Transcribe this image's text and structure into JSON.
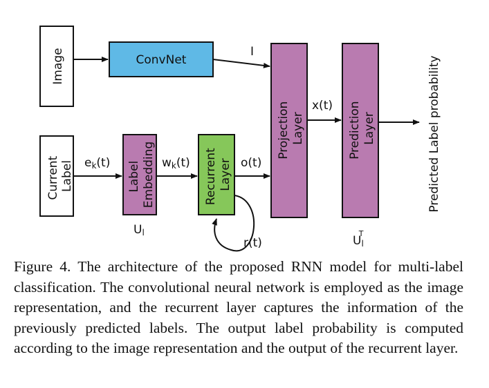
{
  "diagram": {
    "nodes": {
      "image": "Image",
      "convnet": "ConvNet",
      "current_label": [
        "Current",
        "Label"
      ],
      "label_embedding": [
        "Label",
        "Embedding"
      ],
      "recurrent_layer": [
        "Recurrent",
        "Layer"
      ],
      "projection_layer": [
        "Projection",
        "Layer"
      ],
      "prediction_layer": [
        "Prediction",
        "Layer"
      ],
      "output": "Predicted Label probability"
    },
    "edge_labels": {
      "image_feature": "I",
      "ek": "e",
      "ek_sub": "k",
      "ek_suffix": "(t)",
      "wk": "w",
      "wk_sub": "k",
      "wk_suffix": "(t)",
      "ot": "o(t)",
      "xt": "x(t)",
      "rt": "r(t)"
    },
    "weights": {
      "ul": "U",
      "ul_sub": "l",
      "ult": "U",
      "ult_sub": "l",
      "ult_sup": "T"
    },
    "colors": {
      "convnet": "#5fb9e6",
      "embedding": "#b97bb0",
      "recurrent": "#86c75a",
      "projection": "#b97bb0",
      "prediction": "#b97bb0",
      "box_white": "#ffffff",
      "stroke": "#111111"
    }
  },
  "caption": "Figure 4. The architecture of the proposed RNN model for multi-label classification. The convolutional neural network is employed as the image representation, and the recurrent layer captures the information of the previously predicted labels. The output label probability is computed according to the image representation and the output of the recurrent layer."
}
